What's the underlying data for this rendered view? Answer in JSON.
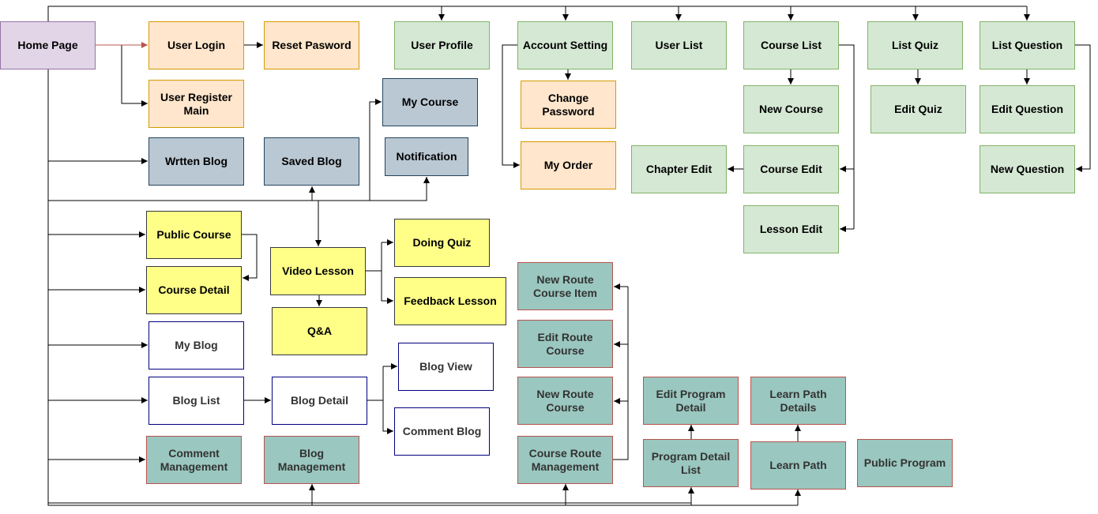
{
  "diagram": {
    "nodes": {
      "home_page": "Home Page",
      "user_login": "User Login",
      "reset_password": "Reset Pasword",
      "user_register_main": "User Register Main",
      "user_profile": "User Profile",
      "account_setting": "Account Setting",
      "change_password": "Change Password",
      "my_order": "My Order",
      "user_list": "User List",
      "course_list": "Course List",
      "new_course": "New Course",
      "course_edit": "Course Edit",
      "chapter_edit": "Chapter Edit",
      "lesson_edit": "Lesson Edit",
      "list_quiz": "List Quiz",
      "edit_quiz": "Edit Quiz",
      "list_question": "List Question",
      "edit_question": "Edit Question",
      "new_question": "New Question",
      "my_course": "My Course",
      "notification": "Notification",
      "written_blog": "Wrtten Blog",
      "saved_blog": "Saved Blog",
      "public_course": "Public Course",
      "course_detail": "Course Detail",
      "video_lesson": "Video Lesson",
      "doing_quiz": "Doing Quiz",
      "feedback_lesson": "Feedback Lesson",
      "qa": "Q&A",
      "my_blog": "My Blog",
      "blog_list": "Blog List",
      "blog_detail": "Blog Detail",
      "blog_view": "Blog View",
      "comment_blog": "Comment Blog",
      "comment_management": "Comment Management",
      "blog_management": "Blog Management",
      "new_route_course_item": "New Route Course Item",
      "edit_route_course": "Edit Route Course",
      "new_route_course": "New Route Course",
      "course_route_management": "Course Route Management",
      "edit_program_detail": "Edit Program Detail",
      "program_detail_list": "Program Detail List",
      "learn_path_details": "Learn Path Details",
      "learn_path": "Learn Path",
      "public_program": "Public Program"
    },
    "colors": {
      "purple_fill": "#e1d5e7",
      "orange_fill": "#ffe6cc",
      "green_fill": "#d5e8d4",
      "slate_fill": "#bac8d3",
      "yellow_fill": "#ffff88",
      "white_fill": "#ffffff",
      "teal_fill": "#9ac7bf",
      "connector": "#000000",
      "login_connector": "#b85450"
    }
  }
}
